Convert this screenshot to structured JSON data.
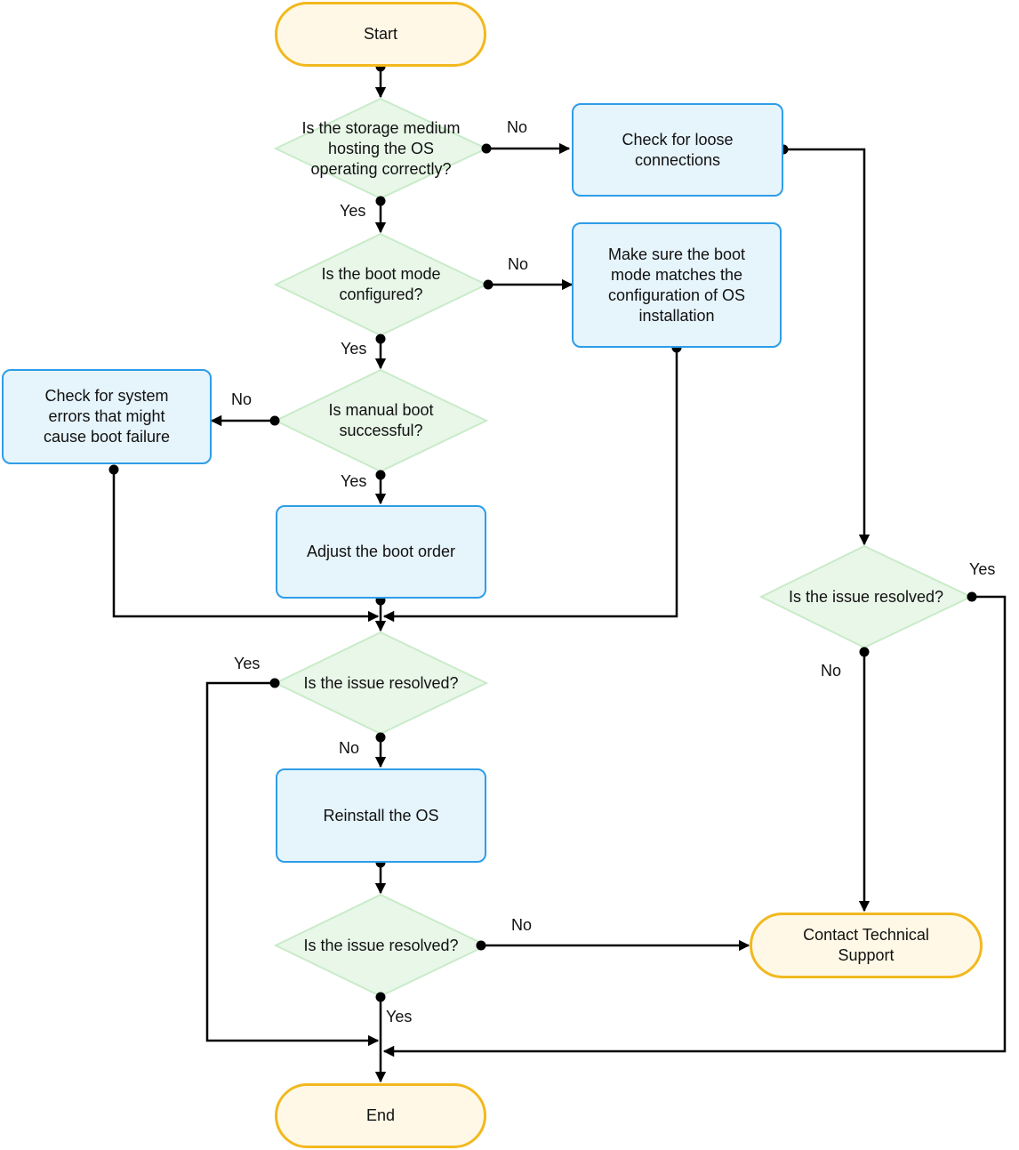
{
  "nodes": {
    "start": "Start",
    "storage_check": "Is the storage medium hosting the OS operating correctly?",
    "loose_connections": "Check for loose connections",
    "boot_mode_check": "Is the boot mode configured?",
    "boot_mode_fix": "Make sure the boot mode matches the configuration of OS installation",
    "manual_boot_check": "Is manual boot successful?",
    "system_errors": "Check for system errors that might cause boot failure",
    "adjust_boot_order": "Adjust the boot order",
    "resolved_1": "Is the issue resolved?",
    "resolved_right": "Is the issue resolved?",
    "reinstall_os": "Reinstall the OS",
    "resolved_2": "Is the issue resolved?",
    "contact_support": "Contact Technical Support",
    "end": "End"
  },
  "edge_labels": {
    "storage_no": "No",
    "storage_yes": "Yes",
    "bootmode_no": "No",
    "bootmode_yes": "Yes",
    "manual_no": "No",
    "manual_yes": "Yes",
    "resolved1_yes": "Yes",
    "resolved1_no": "No",
    "right_yes": "Yes",
    "right_no": "No",
    "resolved2_no": "No",
    "resolved2_yes": "Yes"
  },
  "colors": {
    "terminal_fill": "#fff8e6",
    "terminal_border": "#f2b81e",
    "process_fill": "#e6f4fc",
    "process_border": "#2e9de8",
    "decision_fill": "#e8f7e8",
    "decision_border": "#c9ebc9",
    "connector": "#000000"
  }
}
